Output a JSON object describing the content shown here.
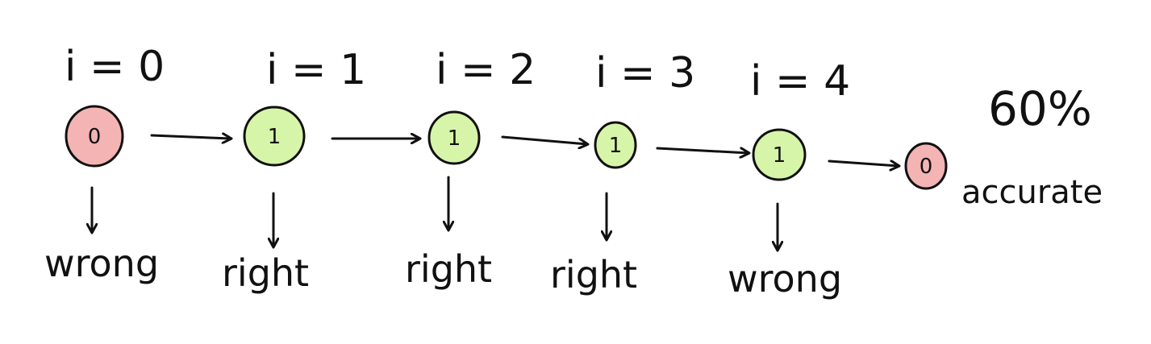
{
  "colors": {
    "wrong_fill": "#f4b4b4",
    "right_fill": "#d7f5a8",
    "ink": "#111111"
  },
  "nodes": [
    {
      "index_label": "i = 0",
      "value": "0",
      "status": "wrong",
      "result": "wrong"
    },
    {
      "index_label": "i = 1",
      "value": "1",
      "status": "right",
      "result": "right"
    },
    {
      "index_label": "i = 2",
      "value": "1",
      "status": "right",
      "result": "right"
    },
    {
      "index_label": "i = 3",
      "value": "1",
      "status": "right",
      "result": "right"
    },
    {
      "index_label": "i = 4",
      "value": "1",
      "status": "wrong",
      "result": "wrong"
    }
  ],
  "final_node": {
    "value": "0",
    "status": "wrong"
  },
  "summary": {
    "percent": "60%",
    "caption": "accurate"
  }
}
